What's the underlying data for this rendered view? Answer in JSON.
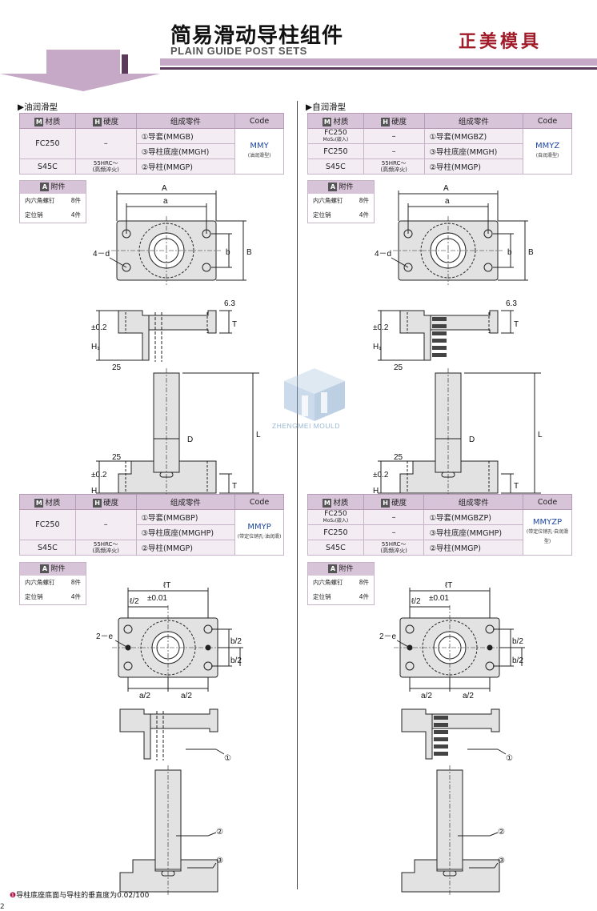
{
  "header": {
    "title": "简易滑动导柱组件",
    "subtitle": "PLAIN GUIDE POST SETS",
    "brand": "正美模具"
  },
  "labels": {
    "material": "材质",
    "hardness": "硬度",
    "parts": "组成零件",
    "code": "Code",
    "accessory": "附件",
    "badge_m": "M",
    "badge_h": "H",
    "badge_a": "A"
  },
  "accessory": {
    "screw_name": "内六角螺钉",
    "screw_qty": "8件",
    "pin_name": "定位销",
    "pin_qty": "4件"
  },
  "left": {
    "section_title": "▶油润滑型",
    "table1": {
      "rows": [
        {
          "material": "FC250",
          "hardness": "–",
          "part": "①导套(MMGB)"
        },
        {
          "part": "③导柱底座(MMGH)"
        },
        {
          "material": "S45C",
          "hardness": "55HRC～",
          "hardness_note": "(高频淬火)",
          "part": "②导柱(MMGP)"
        }
      ],
      "code": "MMY",
      "code_note": "(油润滑型)"
    },
    "table2": {
      "rows": [
        {
          "material": "FC250",
          "hardness": "–",
          "part": "①导套(MMGBP)"
        },
        {
          "part": "③导柱底座(MMGHP)"
        },
        {
          "material": "S45C",
          "hardness": "55HRC～",
          "hardness_note": "(高频淬火)",
          "part": "②导柱(MMGP)"
        }
      ],
      "code": "MMYP",
      "code_note": "(带定位销孔·油润滑)"
    }
  },
  "right": {
    "section_title": "▶自润滑型",
    "table1": {
      "rows": [
        {
          "material": "FC250",
          "material_note": "MoS₂(嵌入)",
          "hardness": "–",
          "part": "①导套(MMGBZ)"
        },
        {
          "material": "FC250",
          "hardness": "–",
          "part": "③导柱底座(MMGH)"
        },
        {
          "material": "S45C",
          "hardness": "55HRC～",
          "hardness_note": "(高频淬火)",
          "part": "②导柱(MMGP)"
        }
      ],
      "code": "MMYZ",
      "code_note": "(自润滑型)"
    },
    "table2": {
      "rows": [
        {
          "material": "FC250",
          "material_note": "MoS₂(嵌入)",
          "hardness": "–",
          "part": "①导套(MMGBZP)"
        },
        {
          "material": "FC250",
          "hardness": "–",
          "part": "③导柱底座(MMGHP)"
        },
        {
          "material": "S45C",
          "hardness": "55HRC～",
          "hardness_note": "(高频淬火)",
          "part": "②导柱(MMGP)"
        }
      ],
      "code": "MMYZP",
      "code_note": "(带定位销孔·自润滑型)"
    }
  },
  "dims": {
    "A": "A",
    "a": "a",
    "b": "b",
    "B": "B",
    "d": "4－d",
    "e": "2－e",
    "T": "T",
    "D": "D",
    "L": "L",
    "H1": "H₁",
    "H": "H",
    "tol": "±0.2",
    "r63": "6.3",
    "r25": "25",
    "lT": "ℓT",
    "l2": "ℓ/2",
    "l2tol": "±0.01",
    "a2": "a/2",
    "b2": "b/2",
    "c1": "①",
    "c2": "②",
    "c3": "③"
  },
  "watermark": "ZHENGMEI MOULD",
  "footnote": "导柱底座底面与导柱的垂直度为0.02/100",
  "footnote_icon": "❶",
  "page_number": "2",
  "colors": {
    "header_purple": "#c6a9c6",
    "table_header": "#d8c4d8",
    "code_blue": "#1f47a0",
    "brand_red": "#a01a28"
  }
}
